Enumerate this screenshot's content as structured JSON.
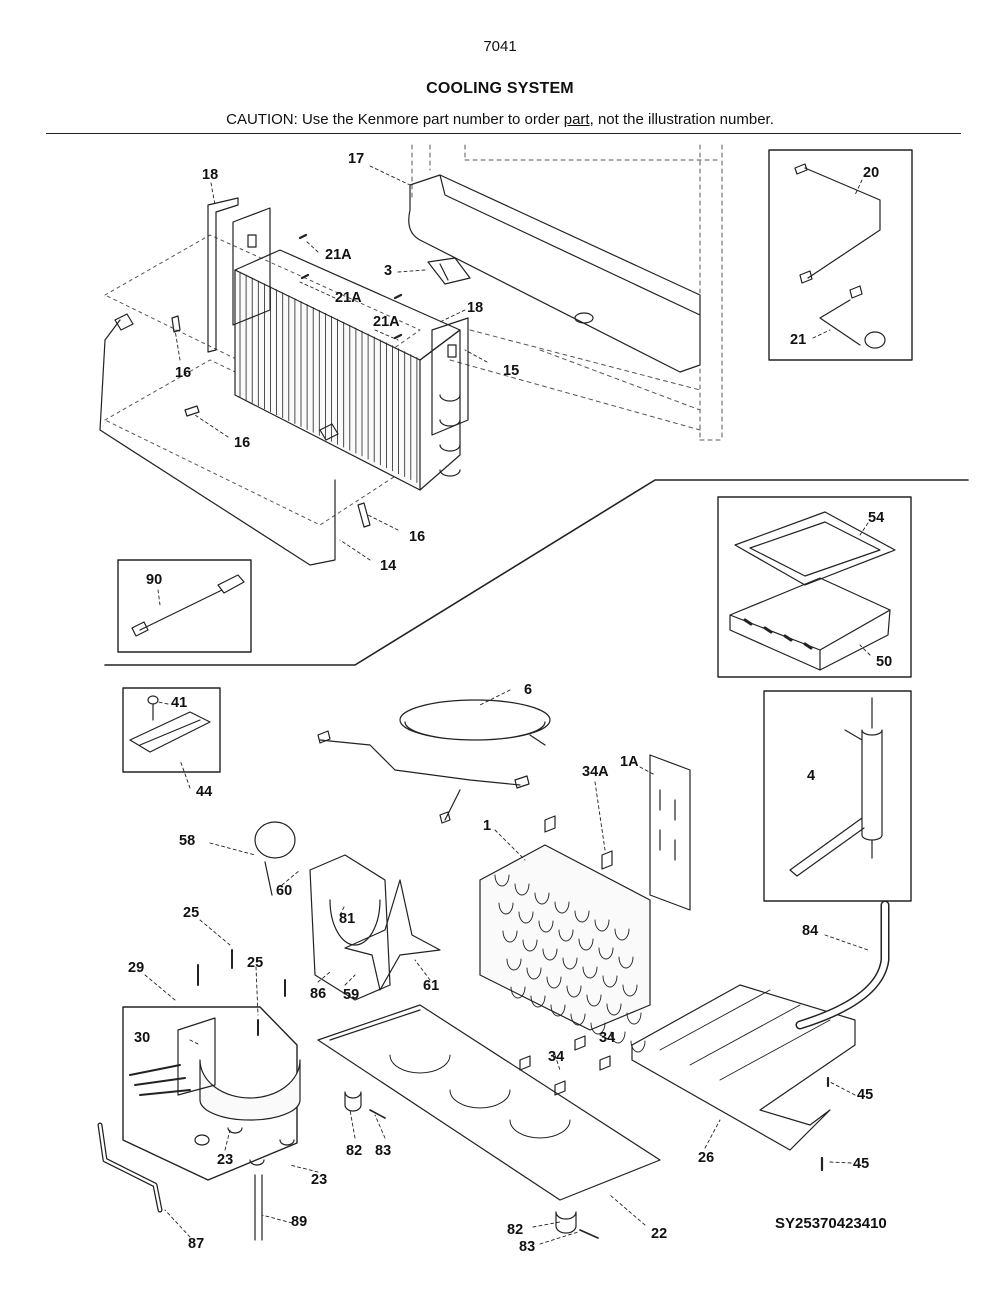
{
  "header": {
    "page_number": "7041",
    "title": "COOLING SYSTEM",
    "caution_prefix": "CAUTION: Use the Kenmore part number to order ",
    "caution_link": "part",
    "caution_suffix": ", not the illustration number."
  },
  "diagram_code": "SY25370423410",
  "callouts": [
    {
      "id": "c-18a",
      "text": "18"
    },
    {
      "id": "c-17",
      "text": "17"
    },
    {
      "id": "c-20",
      "text": "20"
    },
    {
      "id": "c-21a-1",
      "text": "21A"
    },
    {
      "id": "c-3",
      "text": "3"
    },
    {
      "id": "c-21a-2",
      "text": "21A"
    },
    {
      "id": "c-18b",
      "text": "18"
    },
    {
      "id": "c-21a-3",
      "text": "21A"
    },
    {
      "id": "c-21",
      "text": "21"
    },
    {
      "id": "c-15",
      "text": "15"
    },
    {
      "id": "c-16a",
      "text": "16"
    },
    {
      "id": "c-16b",
      "text": "16"
    },
    {
      "id": "c-16c",
      "text": "16"
    },
    {
      "id": "c-54",
      "text": "54"
    },
    {
      "id": "c-14",
      "text": "14"
    },
    {
      "id": "c-90",
      "text": "90"
    },
    {
      "id": "c-50",
      "text": "50"
    },
    {
      "id": "c-6",
      "text": "6"
    },
    {
      "id": "c-41",
      "text": "41"
    },
    {
      "id": "c-4",
      "text": "4"
    },
    {
      "id": "c-44",
      "text": "44"
    },
    {
      "id": "c-1a",
      "text": "1A"
    },
    {
      "id": "c-34a",
      "text": "34A"
    },
    {
      "id": "c-1",
      "text": "1"
    },
    {
      "id": "c-58",
      "text": "58"
    },
    {
      "id": "c-60",
      "text": "60"
    },
    {
      "id": "c-81",
      "text": "81"
    },
    {
      "id": "c-25a",
      "text": "25"
    },
    {
      "id": "c-84",
      "text": "84"
    },
    {
      "id": "c-29",
      "text": "29"
    },
    {
      "id": "c-25b",
      "text": "25"
    },
    {
      "id": "c-86",
      "text": "86"
    },
    {
      "id": "c-59",
      "text": "59"
    },
    {
      "id": "c-61",
      "text": "61"
    },
    {
      "id": "c-34b",
      "text": "34"
    },
    {
      "id": "c-30",
      "text": "30"
    },
    {
      "id": "c-34c",
      "text": "34"
    },
    {
      "id": "c-45a",
      "text": "45"
    },
    {
      "id": "c-82a",
      "text": "82"
    },
    {
      "id": "c-83a",
      "text": "83"
    },
    {
      "id": "c-23a",
      "text": "23"
    },
    {
      "id": "c-26",
      "text": "26"
    },
    {
      "id": "c-45b",
      "text": "45"
    },
    {
      "id": "c-23b",
      "text": "23"
    },
    {
      "id": "c-89",
      "text": "89"
    },
    {
      "id": "c-82b",
      "text": "82"
    },
    {
      "id": "c-22",
      "text": "22"
    },
    {
      "id": "c-87",
      "text": "87"
    },
    {
      "id": "c-83b",
      "text": "83"
    }
  ]
}
